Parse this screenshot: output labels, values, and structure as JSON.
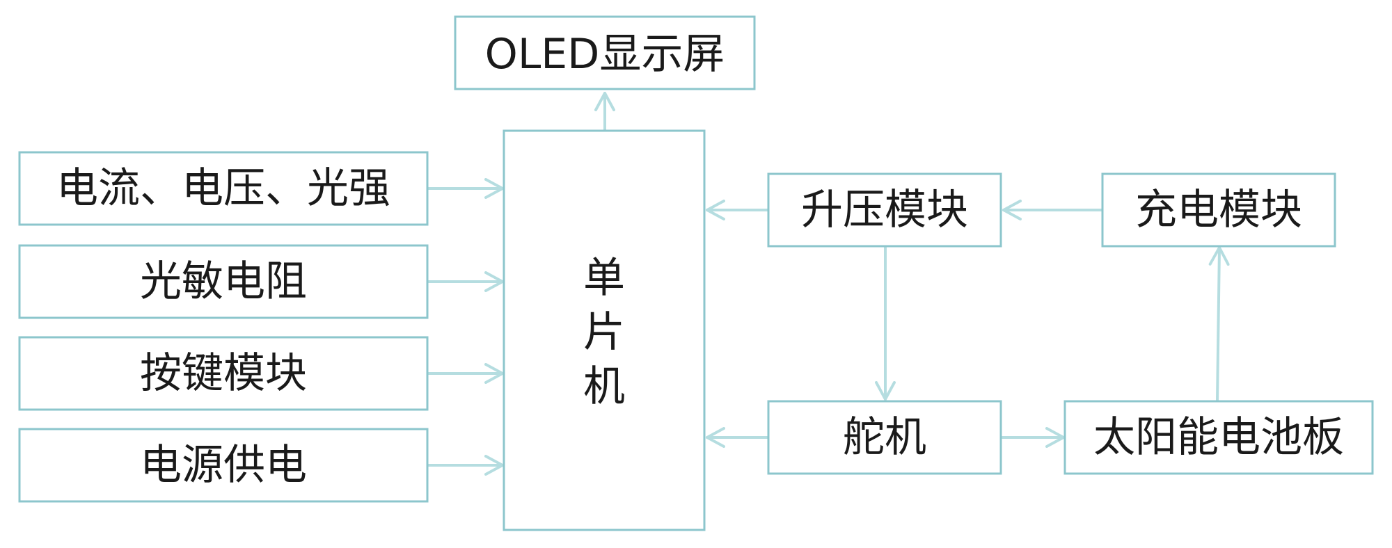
{
  "nodes": {
    "oled_display": "OLED显示屏",
    "sensors": "电流、电压、光强",
    "photoresistor": "光敏电阻",
    "key_module": "按键模块",
    "power_supply": "电源供电",
    "mcu": "单片机",
    "boost_module": "升压模块",
    "charge_module": "充电模块",
    "servo": "舵机",
    "solar_panel": "太阳能电池板"
  },
  "colors": {
    "box_border": "#8cc6cc",
    "arrow": "#b5dde0",
    "text": "#1a1a1a"
  },
  "edges": [
    {
      "from": "mcu",
      "to": "oled_display"
    },
    {
      "from": "sensors",
      "to": "mcu"
    },
    {
      "from": "photoresistor",
      "to": "mcu"
    },
    {
      "from": "key_module",
      "to": "mcu"
    },
    {
      "from": "power_supply",
      "to": "mcu"
    },
    {
      "from": "boost_module",
      "to": "mcu"
    },
    {
      "from": "charge_module",
      "to": "boost_module"
    },
    {
      "from": "boost_module",
      "to": "servo"
    },
    {
      "from": "servo",
      "to": "mcu"
    },
    {
      "from": "servo",
      "to": "solar_panel"
    },
    {
      "from": "solar_panel",
      "to": "charge_module"
    }
  ]
}
